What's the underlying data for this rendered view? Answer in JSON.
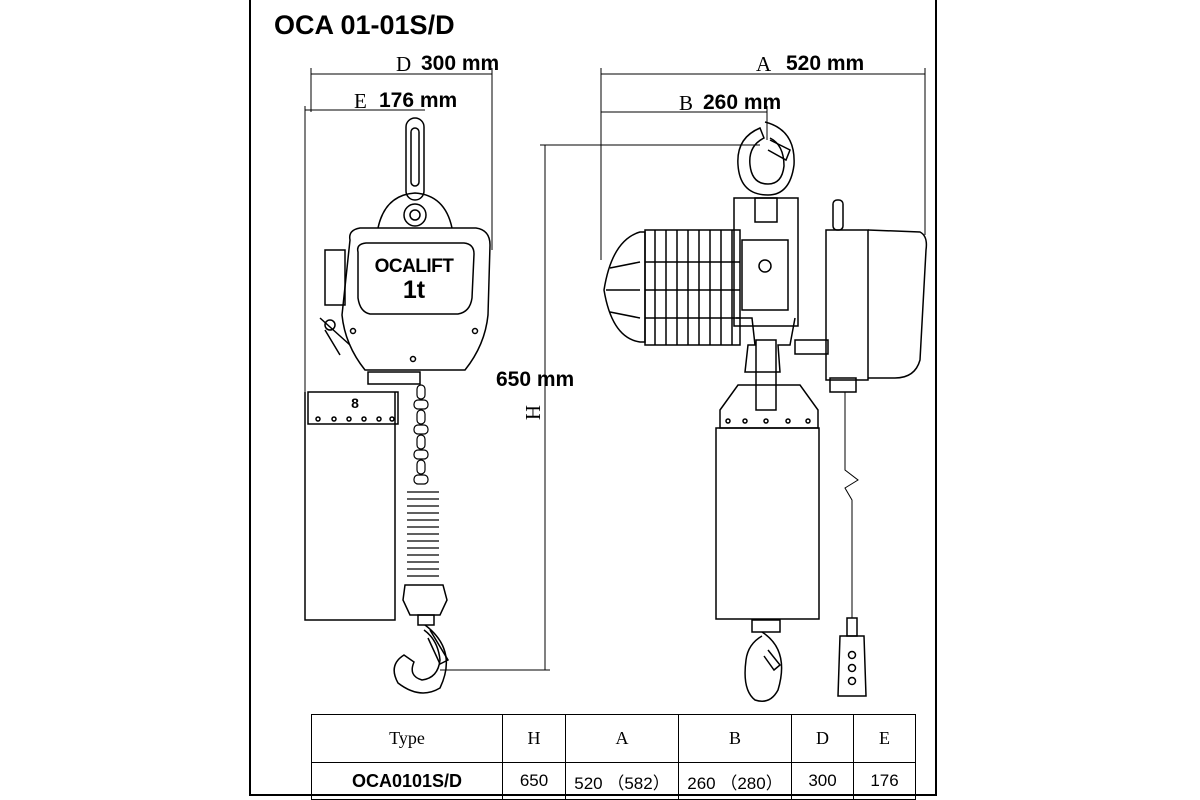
{
  "title": "OCA 01-01S/D",
  "brand": {
    "name": "OCALIFT",
    "capacity": "1t"
  },
  "dimensions": {
    "D": {
      "letter": "D",
      "value": "300 mm"
    },
    "E": {
      "letter": "E",
      "value": "176 mm"
    },
    "A": {
      "letter": "A",
      "value": "520 mm"
    },
    "B": {
      "letter": "B",
      "value": "260 mm"
    },
    "H": {
      "letter": "H",
      "value": "650 mm"
    }
  },
  "side_label": "8",
  "spec_table": {
    "headers": [
      "Type",
      "H",
      "A",
      "B",
      "D",
      "E"
    ],
    "row": {
      "type": "OCA0101S/D",
      "H": "650",
      "A": "520 （582）",
      "B": "260 （280）",
      "D": "300",
      "E": "176"
    }
  }
}
